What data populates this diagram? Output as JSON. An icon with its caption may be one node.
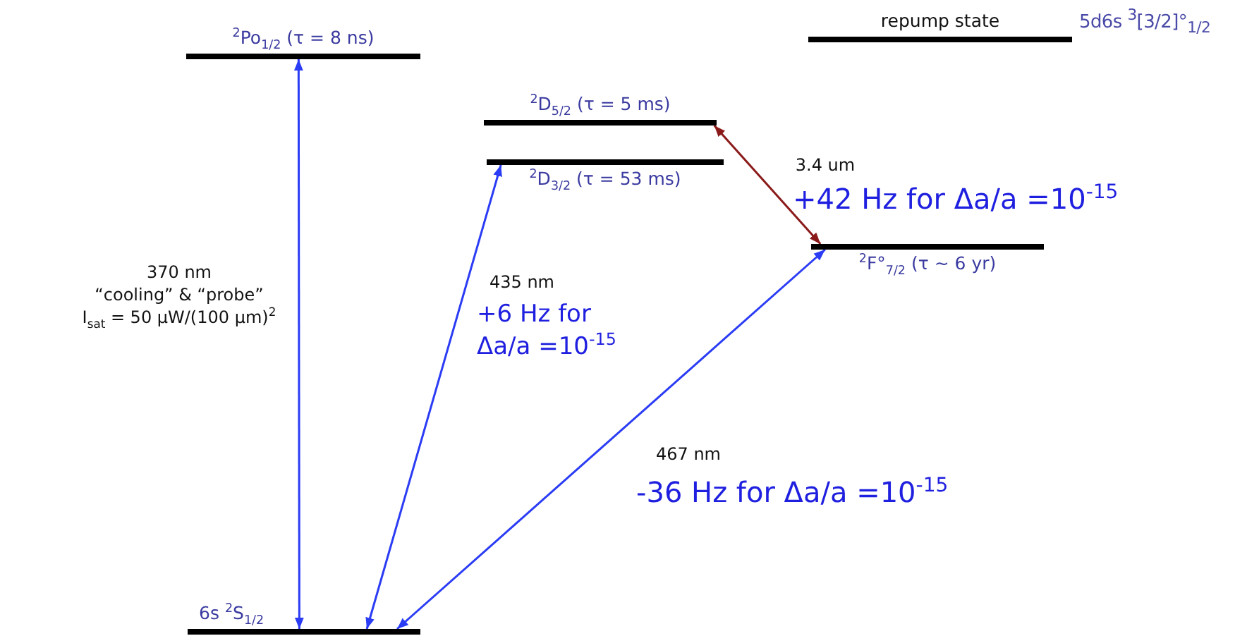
{
  "diagram": {
    "nodes": [
      {
        "text": [
          "$^{2}$Po$_{1/2}$ (τ = 8 ns)"
        ]
      },
      {
        "text": [
          "repump state"
        ],
        "beside": [
          "5d6s $^{3}$[3/2]°$_{1/2}$"
        ]
      },
      {
        "text": [
          "$^{2}$D$_{5/2}$ (τ = 5 ms)"
        ]
      },
      {
        "text": [
          "$^{2}$D$_{3/2}$ (τ = 53 ms)"
        ]
      },
      {
        "text": [
          "$^{2}$F°$_{7/2}$ (τ ~ 6 yr)"
        ]
      },
      {
        "text": [
          "6s $^{2}$S$_{1/2}$"
        ]
      }
    ],
    "edges": [
      {
        "from": 5,
        "to": 0,
        "arrow": "both",
        "label": "370 nm “cooling” & “probe” I$_{sat}$ = 50 μW/(100 μm)$^{2}$"
      },
      {
        "from": 5,
        "to": 3,
        "arrow": "both",
        "label": "435 nm"
      },
      {
        "from": 5,
        "to": 4,
        "arrow": "both",
        "label": "467 nm"
      },
      {
        "from": 2,
        "to": 4,
        "arrow": "both",
        "label": "3.4 um",
        "color": "#8b1a1a"
      }
    ],
    "labels": [
      "+42 Hz for Δa/a =10$^{-15}$",
      "+6 Hz for Δa/a =10$^{-15}$",
      "-36 Hz for Δa/a =10$^{-15}$"
    ]
  }
}
